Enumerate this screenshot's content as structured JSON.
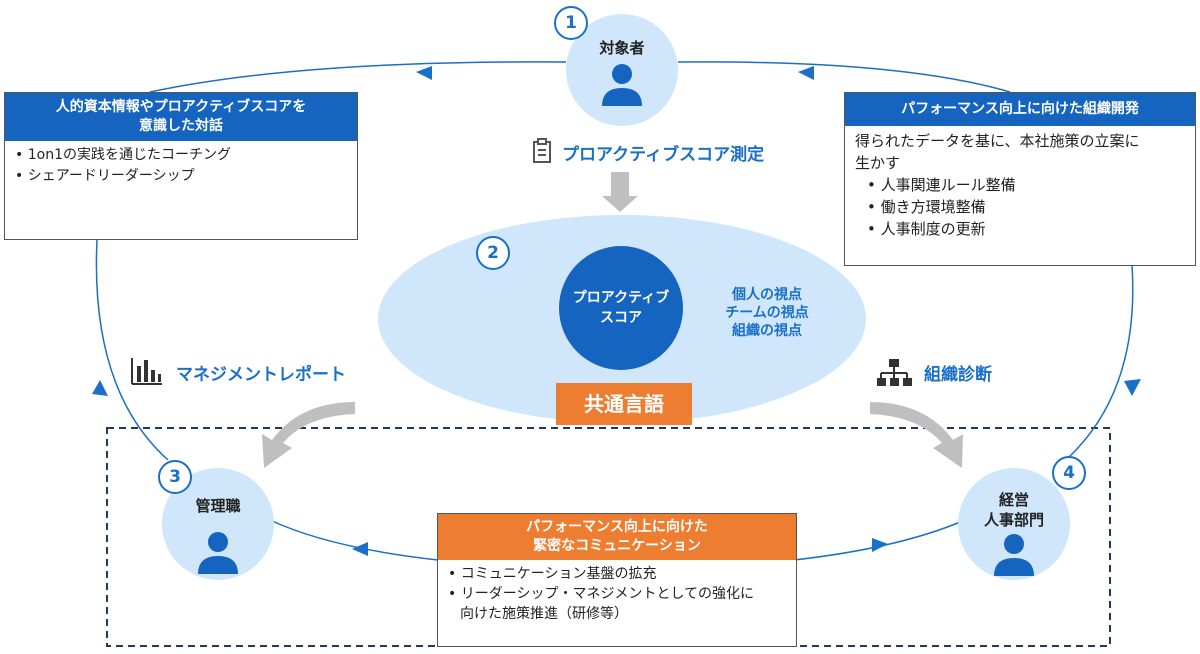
{
  "nodes": {
    "target": {
      "number": "1",
      "label": "対象者"
    },
    "proactive": {
      "number": "2",
      "label_line1": "プロアクティブ",
      "label_line2": "スコア"
    },
    "manager": {
      "number": "3",
      "label": "管理職"
    },
    "hr": {
      "number": "4",
      "label_line1": "経営",
      "label_line2": "人事部門"
    }
  },
  "views": [
    "個人の視点",
    "チームの視点",
    "組織の視点"
  ],
  "common_language": "共通言語",
  "labels": {
    "score_measure": "プロアクティブスコア測定",
    "management_report": "マネジメントレポート",
    "org_diagnosis": "組織診断"
  },
  "boxes": {
    "left": {
      "title_line1": "人的資本情報やプロアクティブスコアを",
      "title_line2": "意識した対話",
      "items": [
        "1on1の実践を通じたコーチング",
        "シェアードリーダーシップ"
      ]
    },
    "right": {
      "title": "パフォーマンス向上に向けた組織開発",
      "intro_line1": "得られたデータを基に、本社施策の立案に",
      "intro_line2": "生かす",
      "items": [
        "人事関連ルール整備",
        "働き方環境整備",
        "人事制度の更新"
      ]
    },
    "bottom": {
      "title_line1": "パフォーマンス向上に向けた",
      "title_line2": "緊密なコミュニケーション",
      "item1": "コミュニケーション基盤の拡充",
      "item2_line1": "リーダーシップ・マネジメントとしての強化に",
      "item2_line2": "向けた施策推進（研修等）"
    }
  },
  "icons": [
    "person-icon",
    "clipboard-icon",
    "bar-chart-icon",
    "org-chart-icon",
    "arrow-icon"
  ],
  "colors": {
    "primary_blue": "#1565c0",
    "light_blue": "#cfe6fb",
    "orange": "#ed7d31",
    "gray_arrow": "#bfbfbf"
  }
}
